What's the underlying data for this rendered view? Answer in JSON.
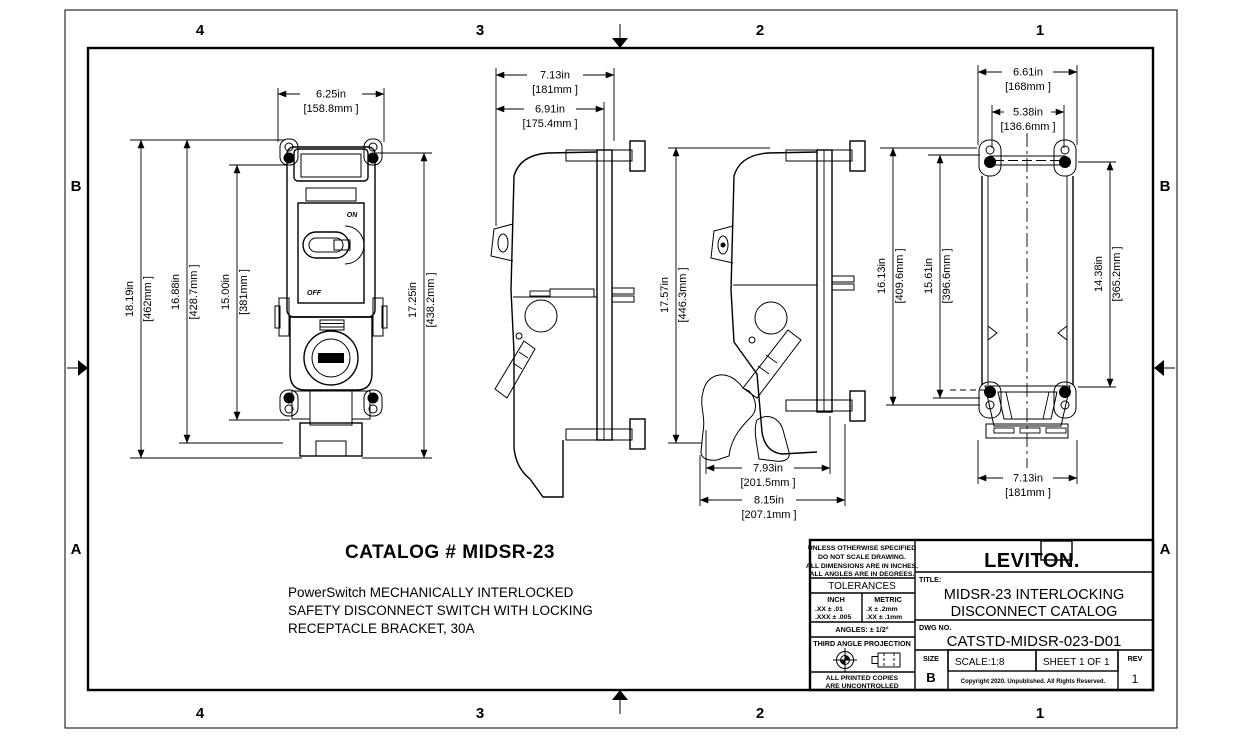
{
  "sheet": {
    "cols": [
      "4",
      "3",
      "2",
      "1"
    ],
    "rows": [
      "B",
      "A"
    ]
  },
  "views": {
    "front": {
      "on_label": "ON",
      "off_label": "OFF",
      "width": {
        "in": "6.25in",
        "mm": "[158.8mm ]"
      },
      "height_overall": {
        "in": "18.19in",
        "mm": "[462mm ]"
      },
      "height_mount": {
        "in": "16.88in",
        "mm": "[428.7mm ]"
      },
      "height_switch": {
        "in": "15.00in",
        "mm": "[381mm ]"
      },
      "height_right": {
        "in": "17.25in",
        "mm": "[438.2mm ]"
      }
    },
    "side": {
      "depth_overall": {
        "in": "7.13in",
        "mm": "[181mm ]"
      },
      "depth_body": {
        "in": "6.91in",
        "mm": "[175.4mm ]"
      }
    },
    "side_plug": {
      "height": {
        "in": "17.57in",
        "mm": "[446.3mm ]"
      },
      "depth_plug": {
        "in": "7.93in",
        "mm": "[201.5mm ]"
      },
      "depth_overall": {
        "in": "8.15in",
        "mm": "[207.1mm ]"
      }
    },
    "rear": {
      "width_outer": {
        "in": "6.61in",
        "mm": "[168mm ]"
      },
      "width_holes": {
        "in": "5.38in",
        "mm": "[136.6mm ]"
      },
      "height_a": {
        "in": "16.13in",
        "mm": "[409.6mm ]"
      },
      "height_b": {
        "in": "15.61in",
        "mm": "[396.6mm ]"
      },
      "height_c": {
        "in": "14.38in",
        "mm": "[365.2mm ]"
      },
      "width_bottom": {
        "in": "7.13in",
        "mm": "[181mm ]"
      }
    }
  },
  "catalog": {
    "heading": "CATALOG # MIDSR-23",
    "desc_line1": "PowerSwitch MECHANICALLY INTERLOCKED",
    "desc_line2": "SAFETY DISCONNECT SWITCH WITH LOCKING",
    "desc_line3": "RECEPTACLE BRACKET, 30A"
  },
  "title_block": {
    "note1": "UNLESS OTHERWISE SPECIFIED",
    "note2": "DO NOT SCALE DRAWING.",
    "note3": "ALL DIMENSIONS ARE IN INCHES.",
    "note4": "ALL ANGLES ARE IN DEGREES.",
    "tolerances_label": "TOLERANCES",
    "inch_label": "INCH",
    "metric_label": "METRIC",
    "inch_row1": ".XX  ±  .01",
    "inch_row2": ".XXX ±  .005",
    "metric_row1": ".X   ±  .2mm",
    "metric_row2": ".XX  ±  .1mm",
    "angles": "ANGLES: ± 1/2°",
    "projection_label": "THIRD ANGLE PROJECTION",
    "uncontrolled_line1": "ALL PRINTED COPIES",
    "uncontrolled_line2": "ARE UNCONTROLLED",
    "logo_text": "LEVITON.",
    "title_label": "TITLE:",
    "title_line1": "MIDSR-23 INTERLOCKING",
    "title_line2": "DISCONNECT CATALOG",
    "dwg_label": "DWG NO.",
    "dwg_no": "CATSTD-MIDSR-023-D01",
    "size_label": "SIZE",
    "size_value": "B",
    "scale": "SCALE:1:8",
    "sheet": "SHEET 1 OF 1",
    "rev_label": "REV",
    "rev_value": "1",
    "copyright": "Copyright 2020. Unpublished. All Rights Reserved."
  }
}
